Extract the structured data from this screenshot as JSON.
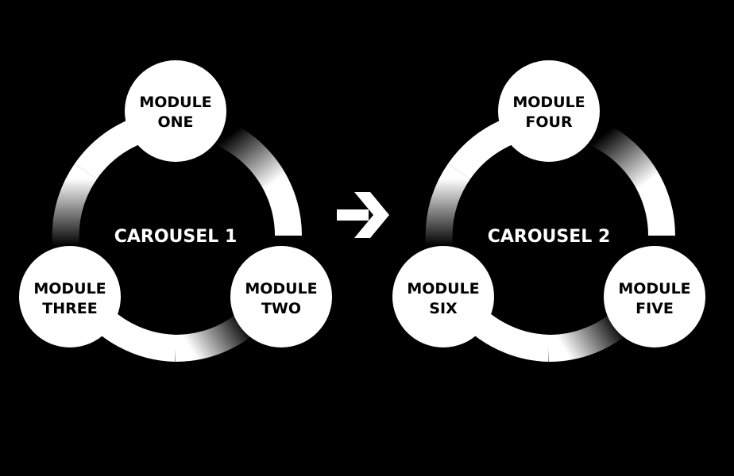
{
  "colors": {
    "background": "#000000",
    "ring": "#ffffff",
    "node_fill": "#ffffff",
    "node_text": "#000000",
    "title_text": "#ffffff",
    "arrow": "#ffffff"
  },
  "arrow_icon": "right-arrow-icon",
  "carousels": [
    {
      "title": "CAROUSEL 1",
      "modules": [
        {
          "line1": "MODULE",
          "line2": "ONE"
        },
        {
          "line1": "MODULE",
          "line2": "TWO"
        },
        {
          "line1": "MODULE",
          "line2": "THREE"
        }
      ]
    },
    {
      "title": "CAROUSEL 2",
      "modules": [
        {
          "line1": "MODULE",
          "line2": "FOUR"
        },
        {
          "line1": "MODULE",
          "line2": "FIVE"
        },
        {
          "line1": "MODULE",
          "line2": "SIX"
        }
      ]
    }
  ]
}
